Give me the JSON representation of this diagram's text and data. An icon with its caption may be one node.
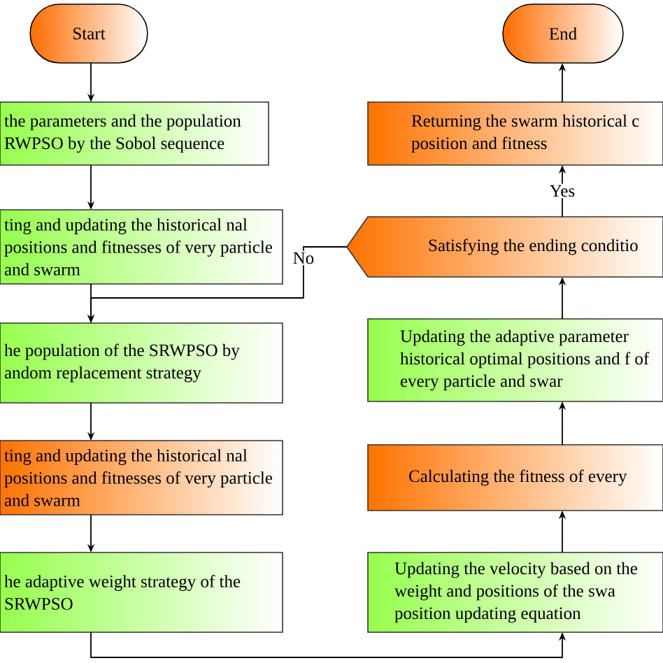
{
  "diagram": {
    "nodes": [
      {
        "text": [
          "Start"
        ]
      },
      {
        "text": [
          "the parameters and the population RWPSO by the Sobol sequence"
        ]
      },
      {
        "text": [
          "ting and updating the historical nal positions and fitnesses of very particle and swarm"
        ]
      },
      {
        "text": [
          "he population of the SRWPSO by andom replacement strategy"
        ]
      },
      {
        "text": [
          "ting and updating the historical nal positions and fitnesses of very particle and swarm"
        ]
      },
      {
        "text": [
          "he adaptive weight strategy of the SRWPSO"
        ]
      },
      {
        "text": [
          "Updating the velocity based on the weight and positions of the swa position updating equation"
        ]
      },
      {
        "text": [
          "Calculating the fitness of every"
        ]
      },
      {
        "text": [
          "Updating the adaptive parameter historical optimal positions and f of every particle and swar"
        ]
      },
      {
        "text": [
          "Satisfying the ending conditio"
        ]
      },
      {
        "text": [
          "Returning the swarm historical c position and fitness"
        ]
      },
      {
        "text": [
          "End"
        ]
      }
    ],
    "edges": [
      {
        "from": 0,
        "to": 1,
        "arrow": "to"
      },
      {
        "from": 1,
        "to": 2,
        "arrow": "to"
      },
      {
        "from": 2,
        "to": 3,
        "arrow": "to"
      },
      {
        "from": 3,
        "to": 4,
        "arrow": "to"
      },
      {
        "from": 4,
        "to": 5,
        "arrow": "to"
      },
      {
        "from": 5,
        "to": 6,
        "arrow": "to"
      },
      {
        "from": 6,
        "to": 7,
        "arrow": "to"
      },
      {
        "from": 7,
        "to": 8,
        "arrow": "to"
      },
      {
        "from": 8,
        "to": 9,
        "arrow": "to"
      },
      {
        "from": 9,
        "to": 10,
        "label": "Yes",
        "arrow": "to"
      },
      {
        "from": 9,
        "to": 3,
        "label": "No",
        "arrow": "to"
      },
      {
        "from": 10,
        "to": 11,
        "arrow": "to"
      }
    ]
  }
}
